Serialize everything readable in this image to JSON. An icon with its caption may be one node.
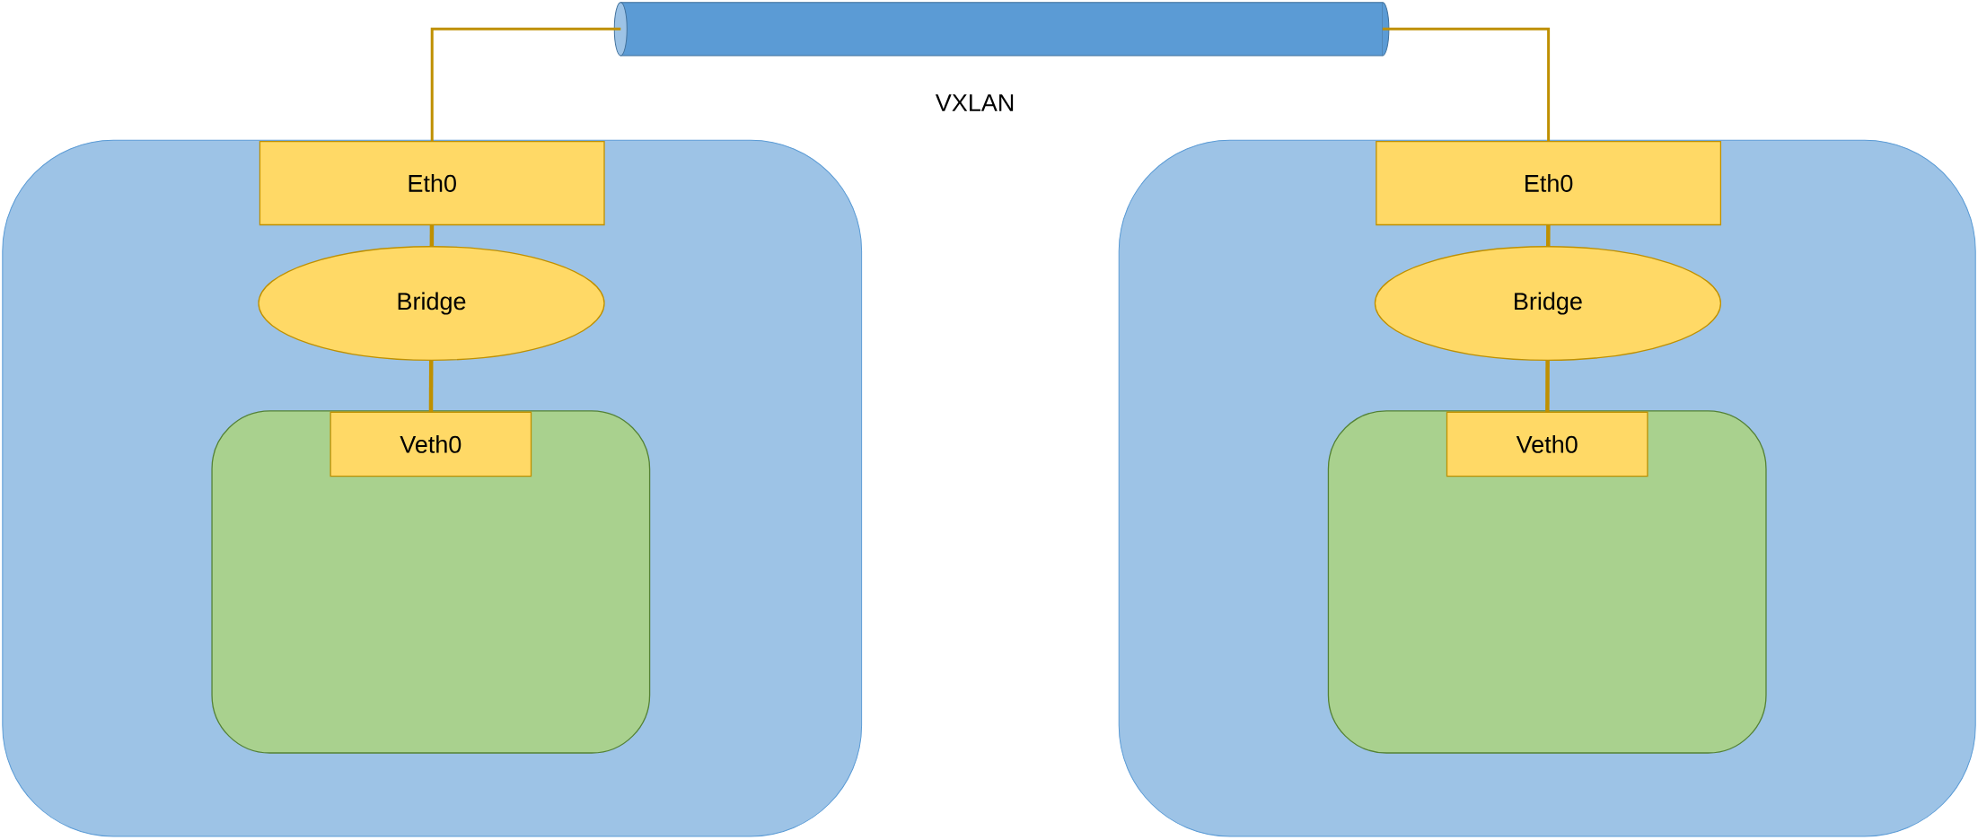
{
  "diagram": {
    "nodes": [
      {
        "text": [],
        "shape": "cylinder",
        "beside": [
          "VXLAN"
        ]
      },
      {
        "text": [],
        "shape": "box"
      },
      {
        "text": [
          "Eth0"
        ],
        "in": 1
      },
      {
        "text": [
          "Bridge"
        ],
        "in": 1
      },
      {
        "text": [],
        "shape": "box",
        "in": 1
      },
      {
        "text": [
          "Veth0"
        ],
        "in": 4
      },
      {
        "text": [],
        "shape": "box"
      },
      {
        "text": [
          "Eth0"
        ],
        "in": 6
      },
      {
        "text": [
          "Bridge"
        ],
        "in": 6
      },
      {
        "text": [],
        "shape": "box",
        "in": 6
      },
      {
        "text": [
          "Veth0"
        ],
        "in": 9
      }
    ],
    "edges": [
      {
        "from": 0,
        "to": 2,
        "arrow": "none"
      },
      {
        "from": 0,
        "to": 7,
        "arrow": "none"
      },
      {
        "from": 2,
        "to": 3,
        "arrow": "none"
      },
      {
        "from": 3,
        "to": 5,
        "arrow": "none"
      },
      {
        "from": 7,
        "to": 8,
        "arrow": "none"
      },
      {
        "from": 8,
        "to": 10,
        "arrow": "none"
      }
    ]
  }
}
